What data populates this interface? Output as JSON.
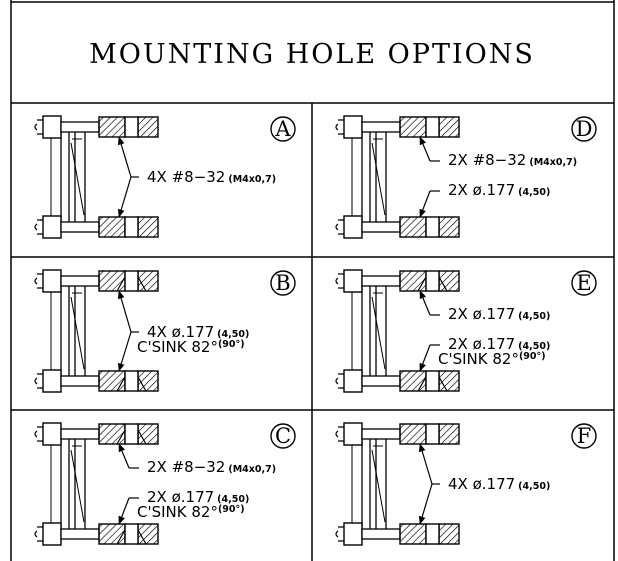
{
  "title": "MOUNTING HOLE OPTIONS",
  "colors": {
    "line": "#000000",
    "background": "#ffffff"
  },
  "panels": [
    {
      "id": "A",
      "letter": "A",
      "counter_sink": false,
      "both_arrows_to_one_callout": true,
      "callouts": [
        {
          "text": "4X  #8−32",
          "small": "(M4x0,7)"
        }
      ]
    },
    {
      "id": "D",
      "letter": "D",
      "counter_sink": false,
      "both_arrows_to_one_callout": false,
      "callouts": [
        {
          "text": "2X  #8−32",
          "small": "(M4x0,7)"
        },
        {
          "text": "2X  ø.177",
          "small": "(4,50)"
        }
      ]
    },
    {
      "id": "B",
      "letter": "B",
      "counter_sink": true,
      "both_arrows_to_one_callout": true,
      "callouts": [
        {
          "text": "4X  ø.177",
          "small": "(4,50)",
          "line2": "C'SINK 82°",
          "line2_small": "(90°)"
        }
      ]
    },
    {
      "id": "E",
      "letter": "E",
      "counter_sink": true,
      "both_arrows_to_one_callout": false,
      "callouts": [
        {
          "text": "2X  ø.177",
          "small": "(4,50)"
        },
        {
          "text": "2X  ø.177",
          "small": "(4,50)",
          "line2": "C'SINK 82°",
          "line2_small": "(90°)"
        }
      ]
    },
    {
      "id": "C",
      "letter": "C",
      "counter_sink": true,
      "both_arrows_to_one_callout": false,
      "callouts": [
        {
          "text": "2X  #8−32",
          "small": "(M4x0,7)"
        },
        {
          "text": "2X  ø.177",
          "small": "(4,50)",
          "line2": "C'SINK 82°",
          "line2_small": "(90°)"
        }
      ]
    },
    {
      "id": "F",
      "letter": "F",
      "counter_sink": false,
      "both_arrows_to_one_callout": true,
      "callouts": [
        {
          "text": "4X  ø.177",
          "small": "(4,50)"
        }
      ]
    }
  ]
}
